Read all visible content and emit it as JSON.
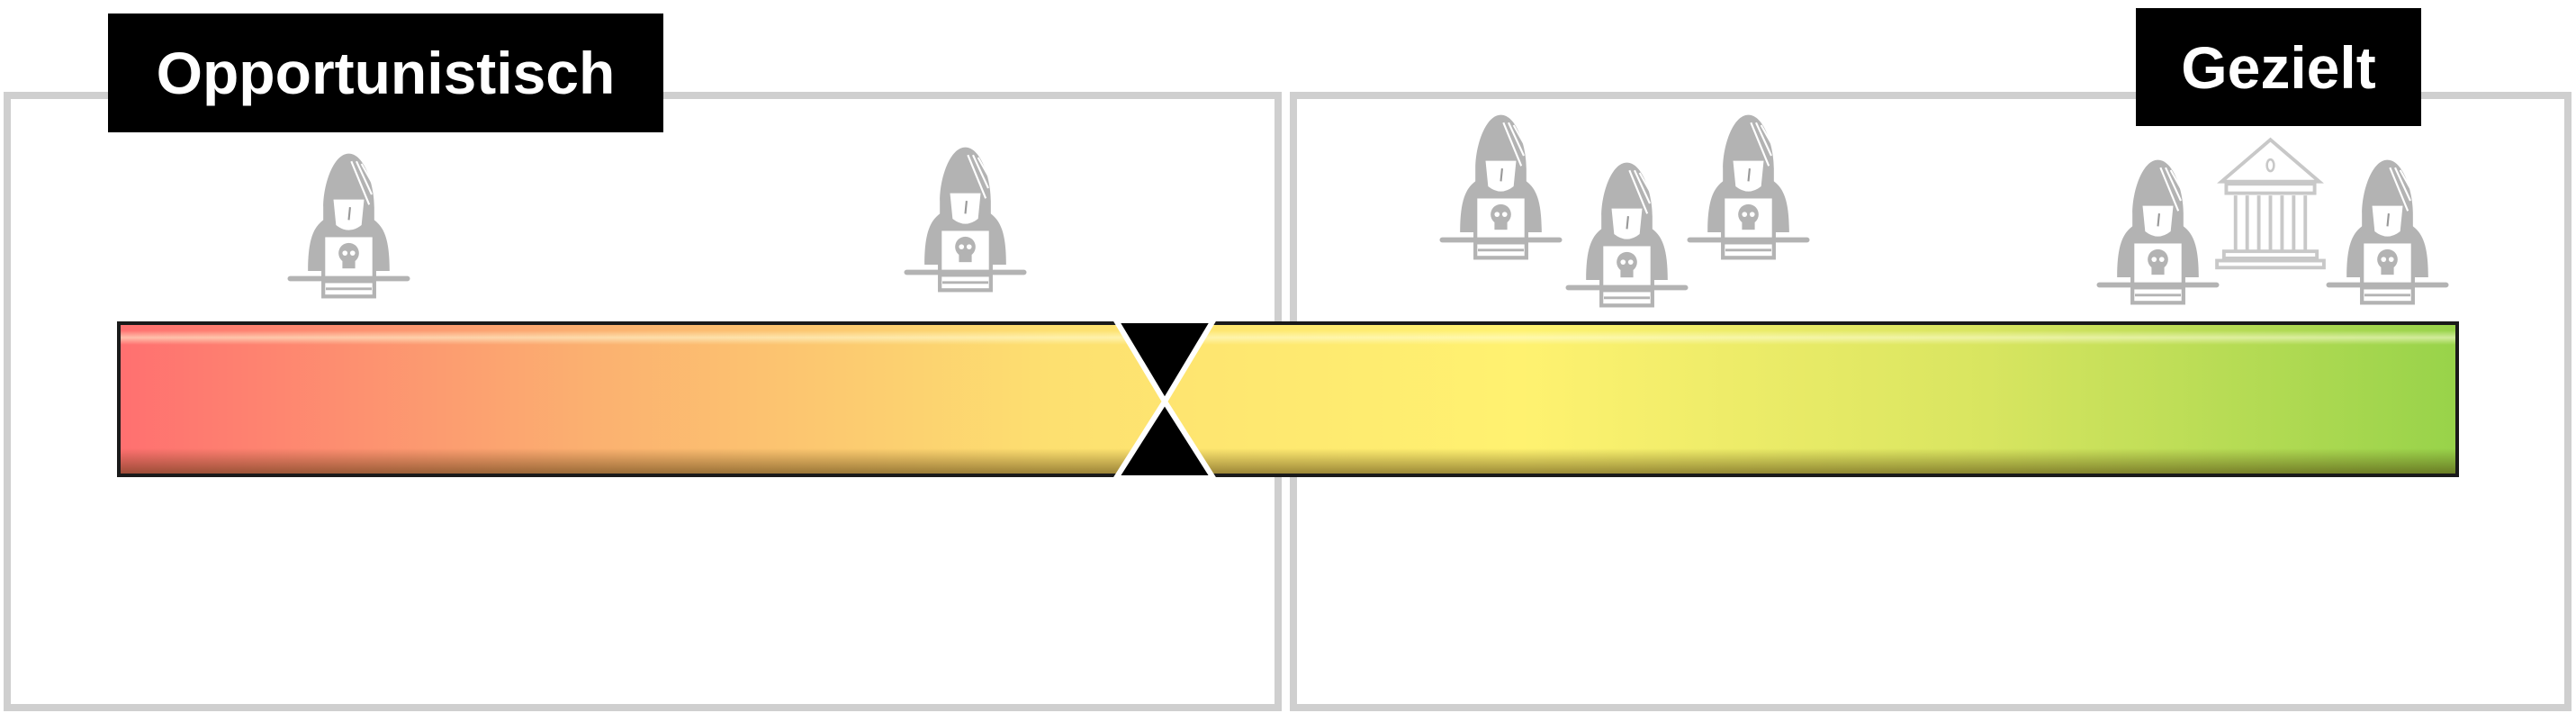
{
  "labels": {
    "left": "Opportunistisch",
    "right": "Gezielt"
  },
  "scale": {
    "colors": [
      "#ff7070",
      "#fbb070",
      "#fde070",
      "#fff270",
      "#d8e560",
      "#98d34a"
    ]
  },
  "marker": {
    "icon": "hourglass-icon",
    "position_percent": 46
  },
  "icons": {
    "left": [
      "hacker-icon",
      "hacker-icon"
    ],
    "right": [
      "hacker-group-icon",
      "hacker-icon",
      "government-building-icon",
      "hacker-icon"
    ]
  }
}
